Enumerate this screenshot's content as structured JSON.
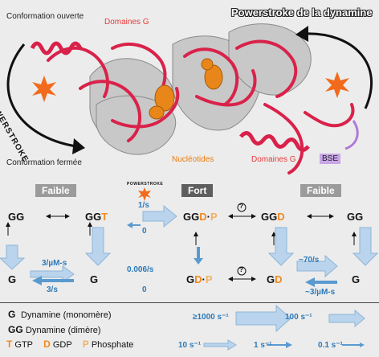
{
  "top": {
    "title": "Powerstroke de la dynamine",
    "open_conf": "Conformation ouverte",
    "closed_conf": "Conformation fermée",
    "powerstroke_arc": "POWERSTROKE",
    "domains_g_top": "Domaines G",
    "nucleotides": "Nucléotides",
    "domains_g_bottom": "Domaines G",
    "bse": "BSE"
  },
  "scheme": {
    "headers": {
      "weak1": "Faible",
      "strong": "Fort",
      "weak2": "Faible"
    },
    "powerstroke_small": "POWERSTROKE",
    "question": "?",
    "nodes": {
      "gg1": "GG",
      "ggt_gg": "GG",
      "ggt_t": "T",
      "ggdp_gg": "GG",
      "ggdp_d": "D",
      "ggdp_dot": "·",
      "ggdp_p": "P",
      "ggd_gg": "GG",
      "ggd_d": "D",
      "gg2": "GG",
      "g1": "G",
      "g2": "G",
      "gdp_g": "G",
      "gdp_d": "D",
      "gdp_dot": "·",
      "gdp_p": "P",
      "gd_g": "G",
      "gd_d": "D",
      "g3": "G"
    },
    "rates": {
      "ps_fwd": "1/s",
      "ps_rev": "0",
      "on": "3/µM-s",
      "off": "3/s",
      "hyd_fwd": "0.006/s",
      "hyd_rev": "0",
      "rel_fwd": "~70/s",
      "rel_rev": "~3/µM-s"
    }
  },
  "legend": {
    "monomer_sym": "G",
    "monomer": "Dynamine (monomère)",
    "dimer_sym": "GG",
    "dimer": "Dynamine (dimère)",
    "t": "T",
    "gtp": "GTP",
    "d": "D",
    "gdp": "GDP",
    "p": "P",
    "phosphate": "Phosphate",
    "rates": [
      "≥1000 s⁻¹",
      "100 s⁻¹",
      "10 s⁻¹",
      "1 s⁻¹",
      "0.1 s⁻¹"
    ]
  },
  "colors": {
    "domain_red": "#e83a3a",
    "nucleotide_orange": "#ec7a10",
    "rate_blue": "#2c79b8",
    "arrow_fill": "#b9d4ec"
  }
}
